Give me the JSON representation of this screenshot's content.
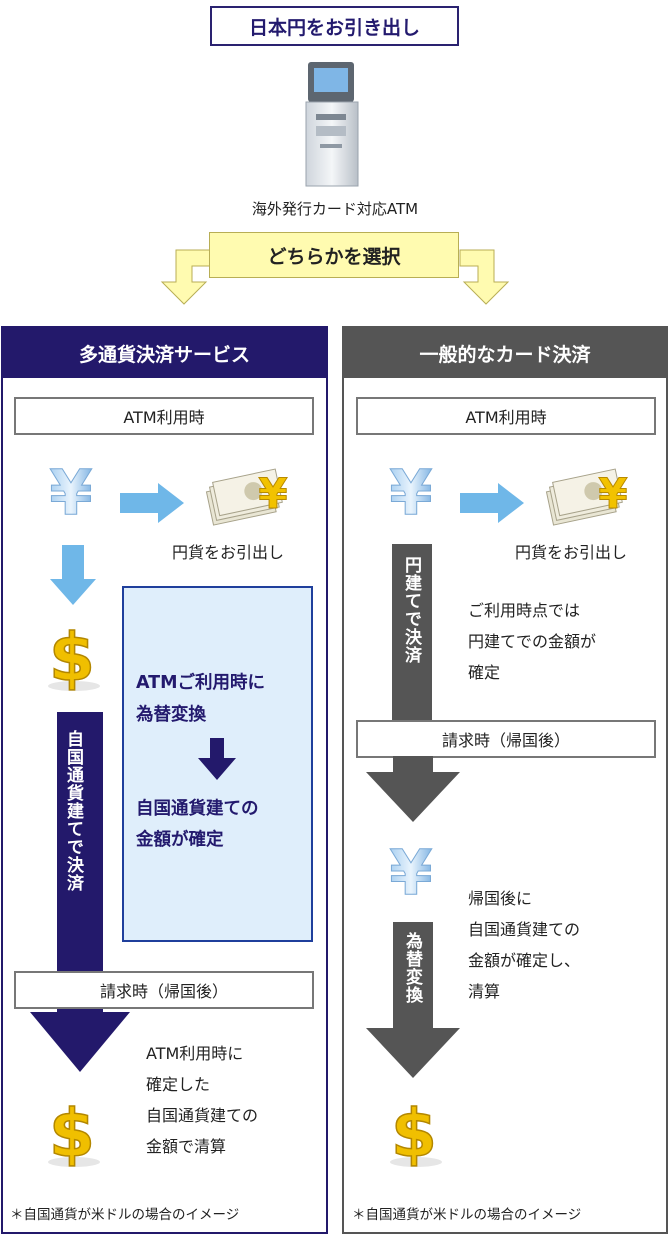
{
  "title": "日本円をお引き出し",
  "atm_caption": "海外発行カード対応ATM",
  "choose": "どちらかを選択",
  "left": {
    "header": "多通貨決済サービス",
    "atm_label": "ATM利用時",
    "withdraw_label": "円貨をお引出し",
    "box_line1": "ATMご利用時に",
    "box_line2": "為替変換",
    "box_line3": "自国通貨建ての",
    "box_line4": "金額が確定",
    "bar_text": "自国通貨建てで決済",
    "billing_label": "請求時（帰国後）",
    "result_line1": "ATM利用時に",
    "result_line2": "確定した",
    "result_line3": "自国通貨建ての",
    "result_line4": "金額で清算",
    "note": "＊自国通貨が米ドルの場合のイメージ"
  },
  "right": {
    "header": "一般的なカード決済",
    "atm_label": "ATM利用時",
    "withdraw_label": "円貨をお引出し",
    "bar1_text": "円建てで決済",
    "info_line1": "ご利用時点では",
    "info_line2": "円建てでの金額が",
    "info_line3": "確定",
    "billing_label": "請求時（帰国後）",
    "bar2_text": "為替変換",
    "result_line1": "帰国後に",
    "result_line2": "自国通貨建ての",
    "result_line3": "金額が確定し、",
    "result_line4": "清算",
    "note": "＊自国通貨が米ドルの場合のイメージ"
  },
  "icons": {
    "yen_symbol": "¥",
    "dollar_symbol": "$"
  },
  "colors": {
    "navy": "#23196b",
    "gray": "#555555",
    "light_blue_arrow": "#6fb7e8",
    "yellow_box": "#fffbb0",
    "blue_box_fill": "#dfeefb",
    "gold": "#e8b400"
  }
}
